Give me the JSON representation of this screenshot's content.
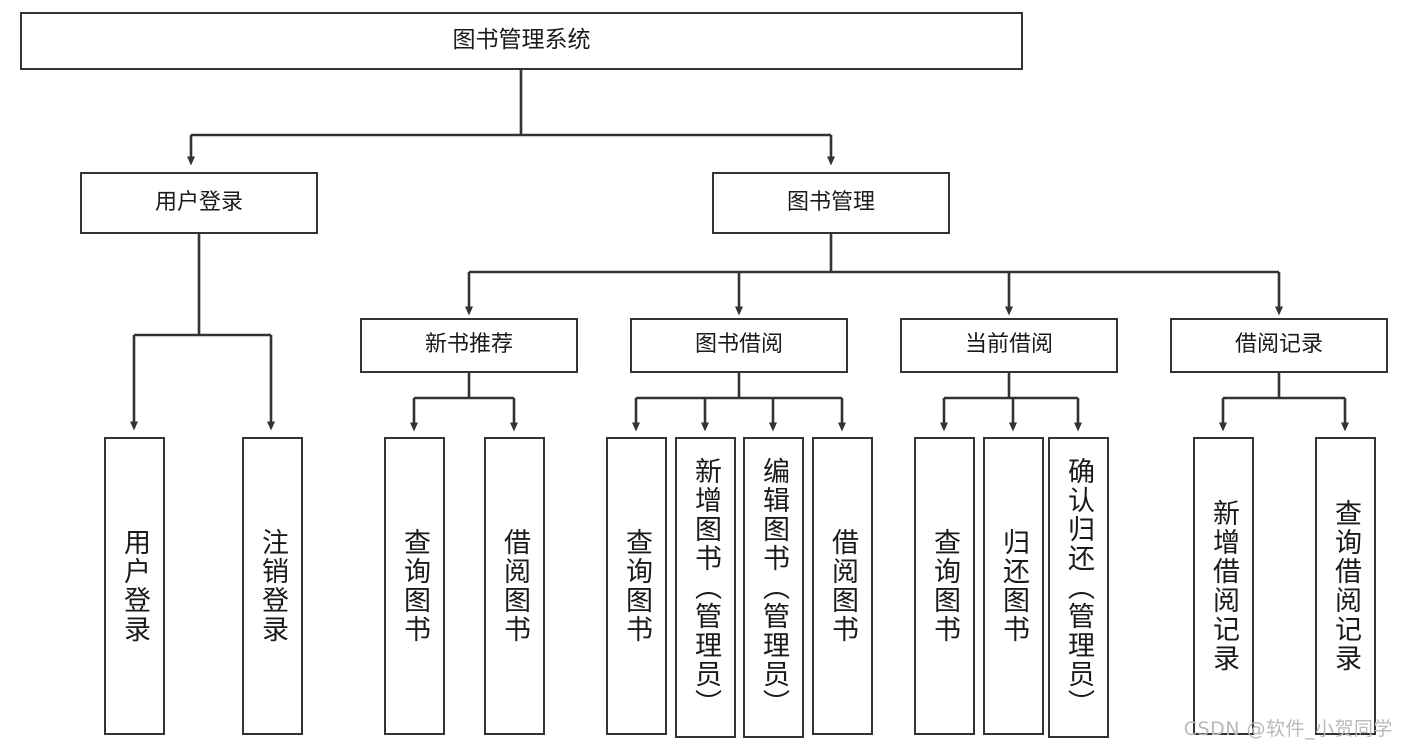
{
  "diagram": {
    "title": "图书管理系统",
    "type": "tree-hierarchy-diagram",
    "root": {
      "id": "root",
      "label": "图书管理系统"
    },
    "level2": [
      {
        "id": "user-login",
        "label": "用户登录"
      },
      {
        "id": "book-manage",
        "label": "图书管理"
      }
    ],
    "level3": [
      {
        "id": "new-book-rec",
        "label": "新书推荐",
        "parent": "book-manage"
      },
      {
        "id": "book-borrow",
        "label": "图书借阅",
        "parent": "book-manage"
      },
      {
        "id": "current-borrow",
        "label": "当前借阅",
        "parent": "book-manage"
      },
      {
        "id": "borrow-record",
        "label": "借阅记录",
        "parent": "book-manage"
      }
    ],
    "leaves": [
      {
        "id": "leaf-user-login",
        "label": "用户登录",
        "parent": "user-login"
      },
      {
        "id": "leaf-logout",
        "label": "注销登录",
        "parent": "user-login"
      },
      {
        "id": "leaf-query-book-1",
        "label": "查询图书",
        "parent": "new-book-rec"
      },
      {
        "id": "leaf-borrow-book-1",
        "label": "借阅图书",
        "parent": "new-book-rec"
      },
      {
        "id": "leaf-query-book-2",
        "label": "查询图书",
        "parent": "book-borrow"
      },
      {
        "id": "leaf-add-book",
        "label": "新增图书（管理员）",
        "parent": "book-borrow"
      },
      {
        "id": "leaf-edit-book",
        "label": "编辑图书（管理员）",
        "parent": "book-borrow"
      },
      {
        "id": "leaf-borrow-book-2",
        "label": "借阅图书",
        "parent": "book-borrow"
      },
      {
        "id": "leaf-query-book-3",
        "label": "查询图书",
        "parent": "current-borrow"
      },
      {
        "id": "leaf-return-book",
        "label": "归还图书",
        "parent": "current-borrow"
      },
      {
        "id": "leaf-confirm-return",
        "label": "确认归还（管理员）",
        "parent": "current-borrow"
      },
      {
        "id": "leaf-add-record",
        "label": "新增借阅记录",
        "parent": "borrow-record"
      },
      {
        "id": "leaf-query-record",
        "label": "查询借阅记录",
        "parent": "borrow-record"
      }
    ],
    "colors": {
      "box_border": "#333333",
      "box_fill": "#ffffff",
      "edge": "#333333",
      "text": "#1a1a1a",
      "watermark": "#b9b9b9",
      "background": "#ffffff"
    }
  },
  "watermark": {
    "text": "CSDN @软件_小贺同学"
  }
}
